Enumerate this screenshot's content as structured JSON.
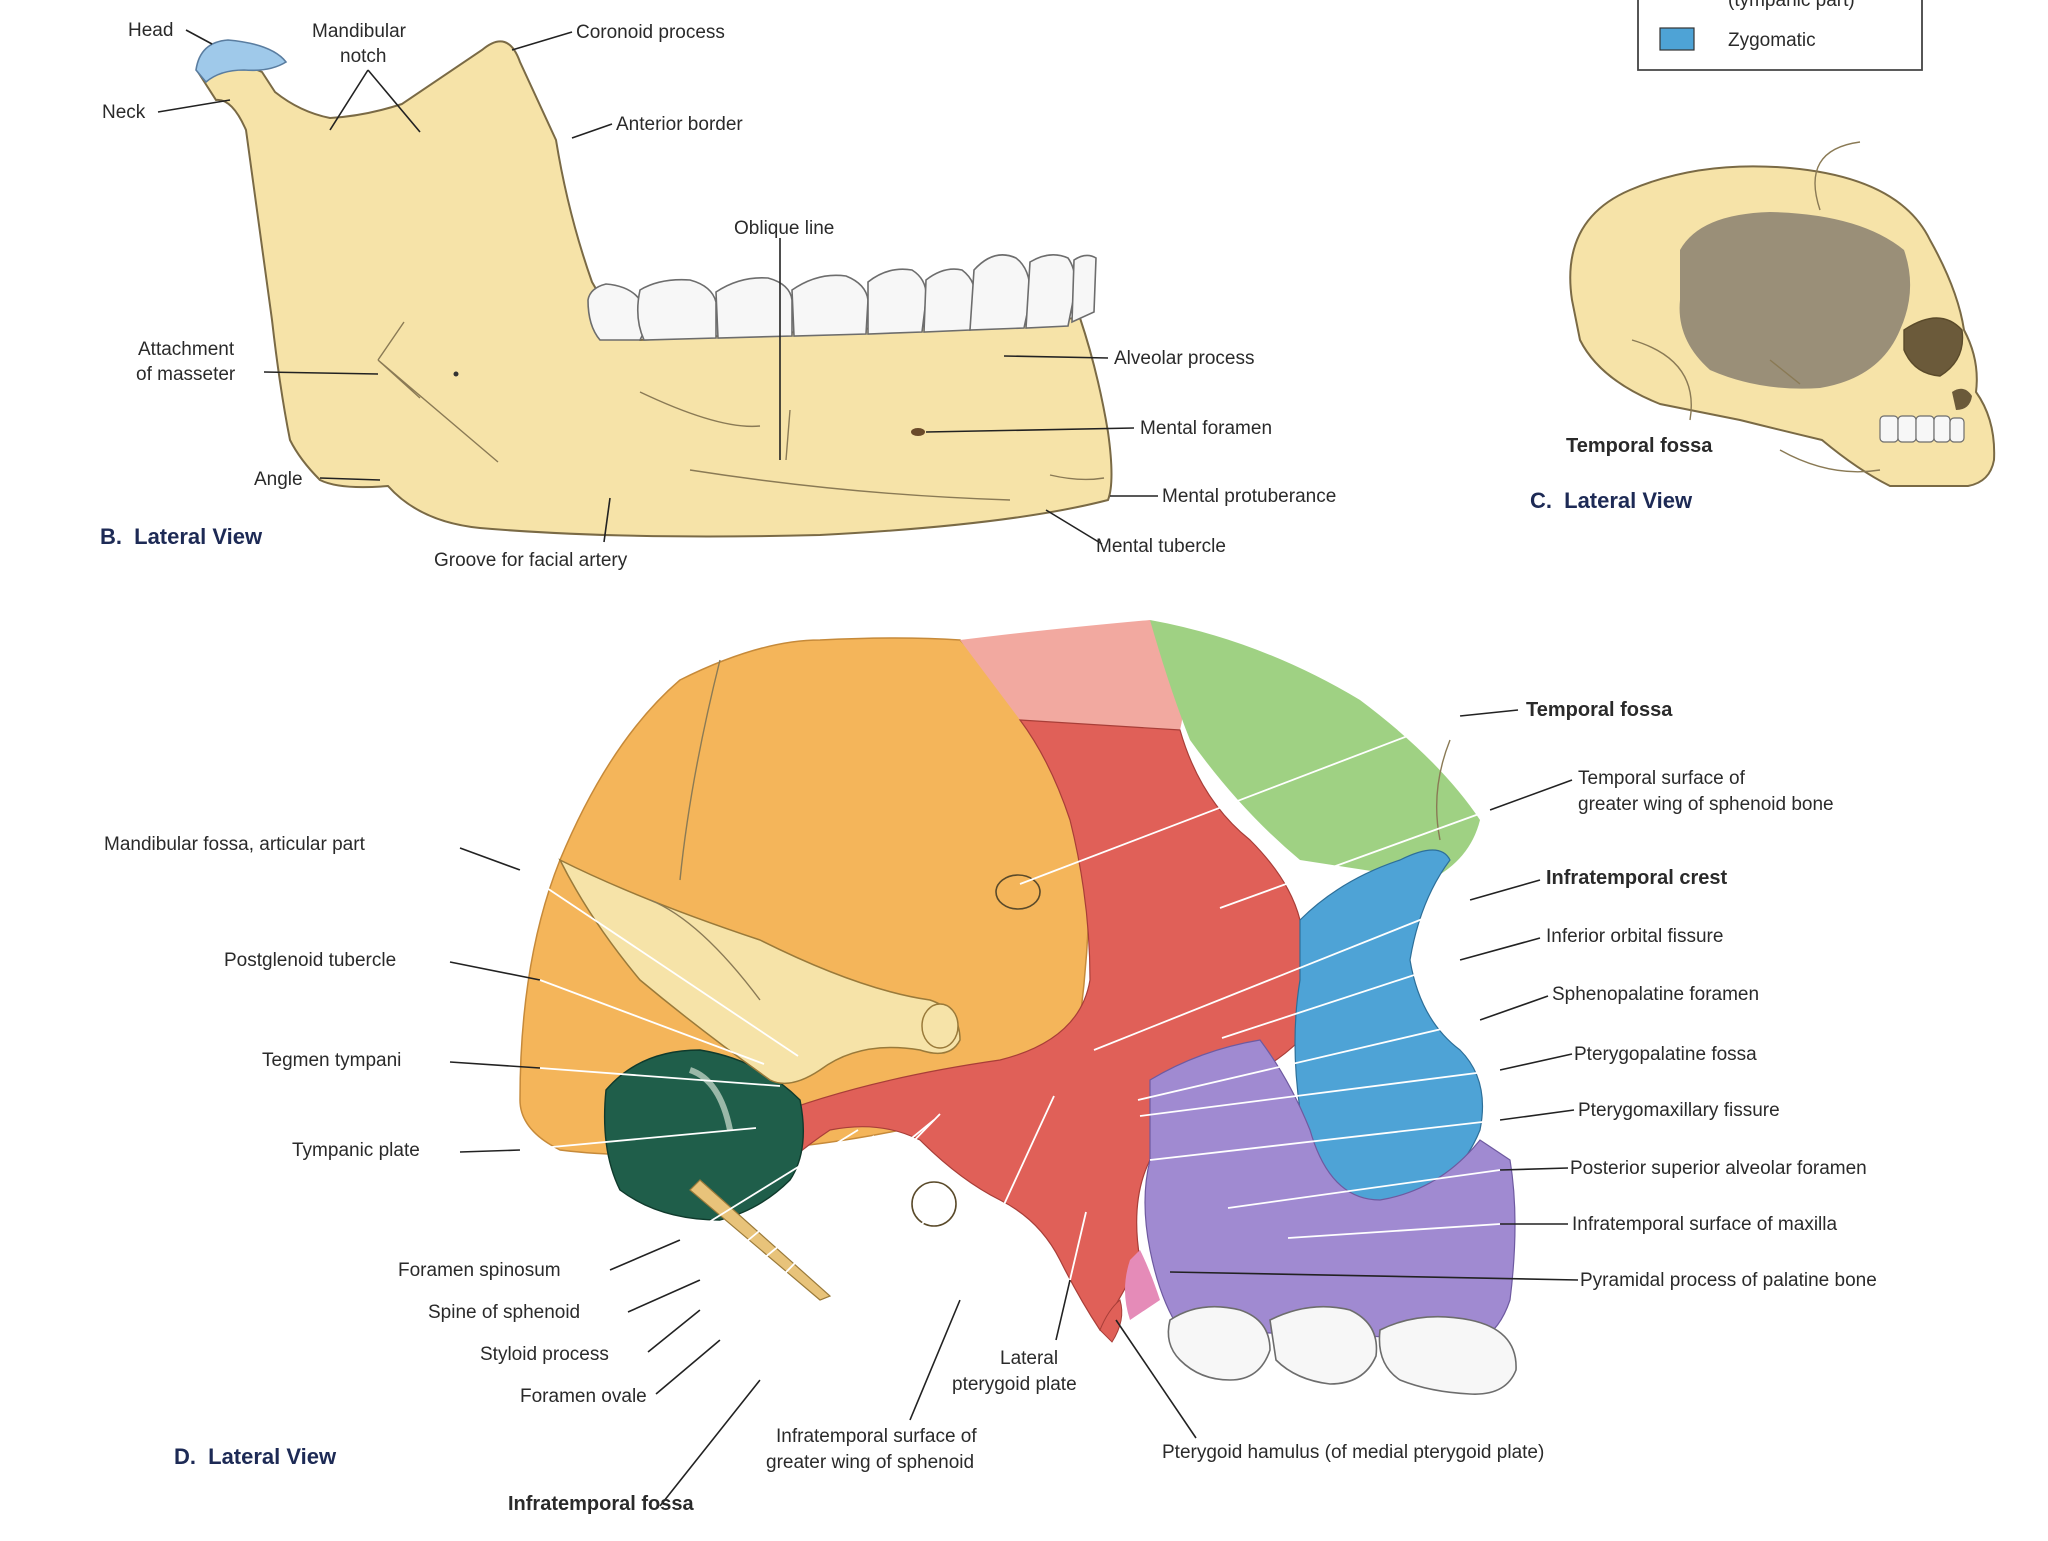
{
  "legend": {
    "partial_item": "(tympanic part)",
    "zygomatic_label": "Zygomatic"
  },
  "panel_b": {
    "view_letter": "B.",
    "view_label": "Lateral View",
    "labels": {
      "head": "Head",
      "mandibular_notch_1": "Mandibular",
      "mandibular_notch_2": "notch",
      "coronoid_process": "Coronoid process",
      "neck": "Neck",
      "anterior_border": "Anterior border",
      "oblique_line": "Oblique line",
      "attachment_masseter_1": "Attachment",
      "attachment_masseter_2": "of masseter",
      "alveolar_process": "Alveolar process",
      "mental_foramen": "Mental foramen",
      "angle": "Angle",
      "mental_protuberance": "Mental protuberance",
      "groove_facial_artery": "Groove for facial artery",
      "mental_tubercle": "Mental tubercle"
    }
  },
  "panel_c": {
    "view_letter": "C.",
    "view_label": "Lateral View",
    "temporal_fossa": "Temporal fossa"
  },
  "panel_d": {
    "view_letter": "D.",
    "view_label": "Lateral View",
    "labels": {
      "temporal_fossa": "Temporal fossa",
      "temporal_surface_1": "Temporal surface of",
      "temporal_surface_2": "greater wing of sphenoid bone",
      "mandibular_fossa": "Mandibular fossa, articular part",
      "infratemporal_crest": "Infratemporal crest",
      "postglenoid_tubercle": "Postglenoid tubercle",
      "inferior_orbital_fissure": "Inferior orbital fissure",
      "sphenopalatine_foramen": "Sphenopalatine foramen",
      "tegmen_tympani": "Tegmen tympani",
      "pterygopalatine_fossa": "Pterygopalatine fossa",
      "pterygomaxillary_fissure": "Pterygomaxillary fissure",
      "tympanic_plate": "Tympanic plate",
      "posterior_superior_alveolar": "Posterior superior alveolar foramen",
      "infratemporal_surface_maxilla": "Infratemporal surface of maxilla",
      "foramen_spinosum": "Foramen spinosum",
      "pyramidal_process": "Pyramidal process of palatine bone",
      "spine_of_sphenoid": "Spine of sphenoid",
      "styloid_process": "Styloid process",
      "lateral_pterygoid_1": "Lateral",
      "lateral_pterygoid_2": "pterygoid plate",
      "foramen_ovale": "Foramen ovale",
      "infratemporal_surface_gw_1": "Infratemporal surface of",
      "infratemporal_surface_gw_2": "greater wing of sphenoid",
      "pterygoid_hamulus": "Pterygoid hamulus (of medial pterygoid plate)",
      "infratemporal_fossa": "Infratemporal fossa"
    }
  },
  "colors": {
    "bone": "#f6e3a8",
    "parietal": "#f4b55a",
    "frontal_upper": "#f2a9a0",
    "sphenoid": "#e06058",
    "frontal_green": "#9fd183",
    "zygomatic": "#4ea3d6",
    "maxilla": "#a08ad1",
    "tympanic": "#1f5e4a",
    "palatine": "#e58bb8",
    "teeth": "#f7f7f7",
    "view_label": "#1d2a55",
    "temporal_fossa_shade": "#8a8070"
  }
}
